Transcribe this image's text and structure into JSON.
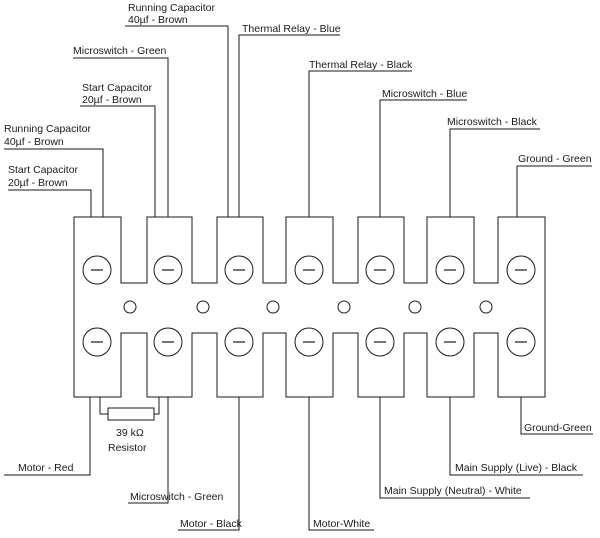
{
  "top_labels": [
    {
      "lines": [
        "Running Capacitor",
        "40µf - Brown"
      ]
    },
    {
      "lines": [
        "Thermal Relay - Blue"
      ]
    },
    {
      "lines": [
        "Microswitch - Green"
      ]
    },
    {
      "lines": [
        "Thermal Relay - Black"
      ]
    },
    {
      "lines": [
        "Start Capacitor",
        "20µf - Brown"
      ]
    },
    {
      "lines": [
        "Microswitch - Blue"
      ]
    },
    {
      "lines": [
        "Running  Capacitor",
        "40µf - Brown"
      ]
    },
    {
      "lines": [
        "Microswitch - Black"
      ]
    },
    {
      "lines": [
        "Start Capacitor",
        "20µf - Brown"
      ]
    },
    {
      "lines": [
        "Ground - Green"
      ]
    }
  ],
  "bottom_labels": [
    {
      "text": "Ground-Green"
    },
    {
      "text": "Main Supply (Live) - Black"
    },
    {
      "text": "Motor - Red"
    },
    {
      "text": "Main Supply (Neutral) - White"
    },
    {
      "text": "Microswitch - Green"
    },
    {
      "text": "Motor - Black"
    },
    {
      "text": "Motor-White"
    }
  ],
  "resistor": {
    "value": "39 kΩ",
    "name": "Resistor"
  },
  "terminal_block": {
    "terminal_pairs": 7
  }
}
